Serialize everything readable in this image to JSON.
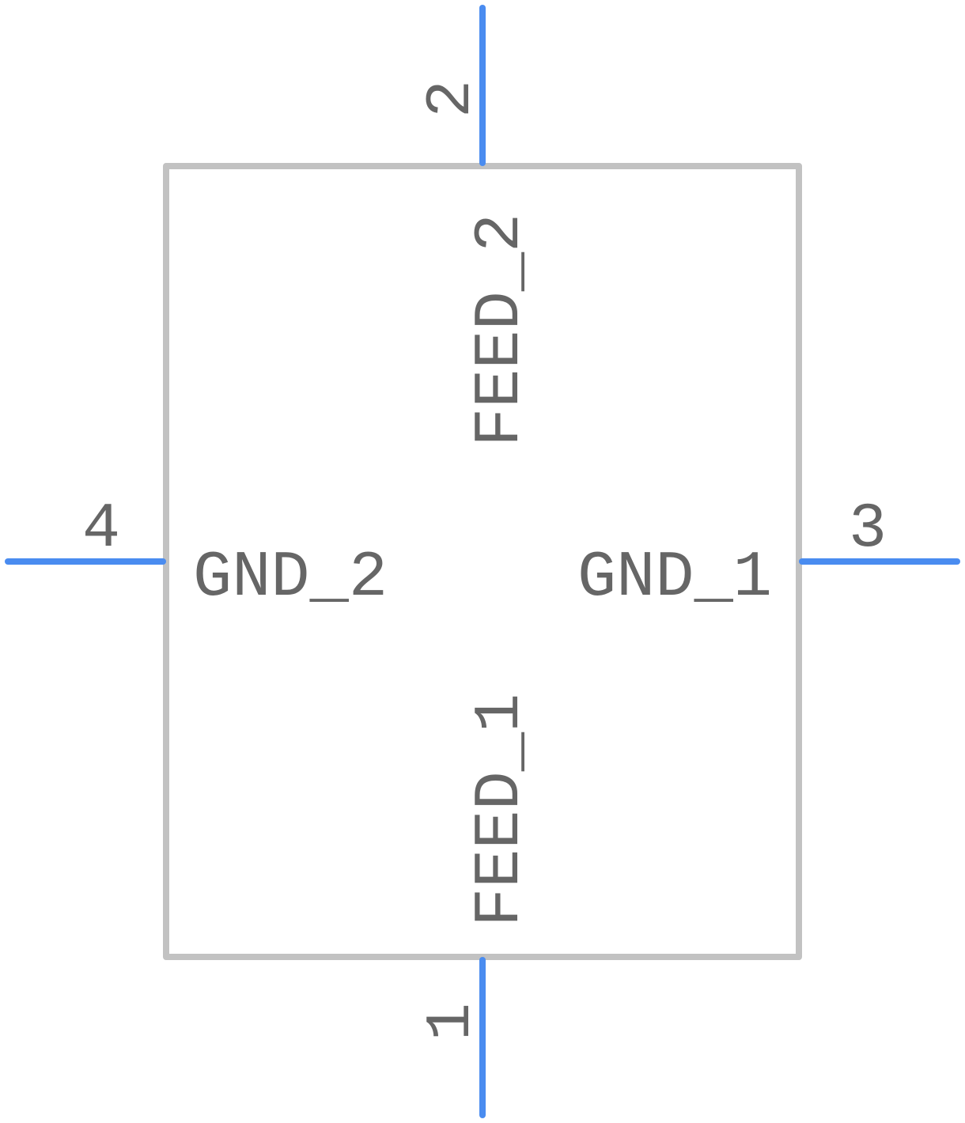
{
  "symbol": {
    "pins": [
      {
        "number": "1",
        "name": "FEED_1",
        "side": "bottom"
      },
      {
        "number": "2",
        "name": "FEED_2",
        "side": "top"
      },
      {
        "number": "3",
        "name": "GND_1",
        "side": "right"
      },
      {
        "number": "4",
        "name": "GND_2",
        "side": "left"
      }
    ]
  },
  "colors": {
    "pin": "#4a8cf0",
    "body_outline": "#c2c2c2",
    "text": "#666666",
    "background": "#ffffff"
  }
}
